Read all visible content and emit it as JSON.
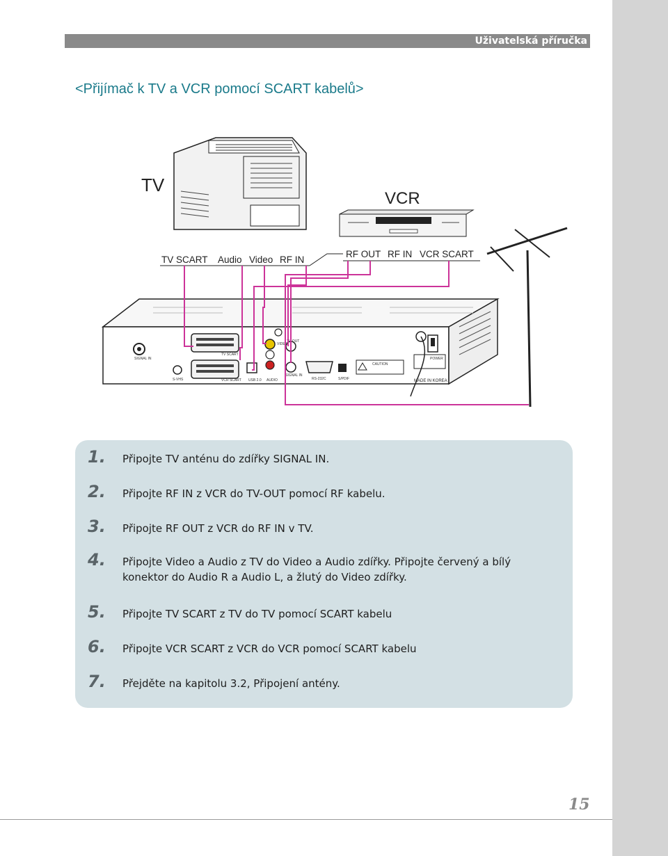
{
  "header": {
    "title": "Uživatelská příručka"
  },
  "page_title": "<Přijímač k TV a VCR pomocí SCART kabelů>",
  "diagram": {
    "tv_label": "TV",
    "vcr_label": "VCR",
    "tv_ports": [
      "TV SCART",
      "Audio",
      "Video",
      "RF IN"
    ],
    "vcr_ports": [
      "RF OUT",
      "RF IN",
      "VCR SCART"
    ],
    "receiver_labels": {
      "signal_in": "SIGNAL IN",
      "s_vhs": "S-VHS",
      "tv_scart": "TV SCART",
      "vcr_scart": "VCR SCART",
      "usb": "USB 2.0",
      "audio": "AUDIO",
      "video": "VIDEO",
      "tv_out": "TV OUT",
      "signal_in_2": "SIGNAL IN",
      "rs232c": "RS-232C",
      "spdif": "S/PDIF",
      "power": "POWER",
      "made_in": "MADE IN KOREA",
      "caution": "CAUTION"
    }
  },
  "steps": [
    {
      "num": "1.",
      "text": "Připojte TV anténu do zdířky SIGNAL IN."
    },
    {
      "num": "2.",
      "text": "Připojte RF IN z VCR do TV-OUT pomocí RF kabelu."
    },
    {
      "num": "3.",
      "text": "Připojte RF OUT z VCR do RF IN v TV."
    },
    {
      "num": "4.",
      "text": "Připojte   Video a Audio z TV do Video a Audio zdířky. Připojte červený a bílý konektor do Audio R a Audio L, a žlutý do Video zdířky."
    },
    {
      "num": "5.",
      "text": "Připojte TV SCART z TV do TV pomocí SCART kabelu"
    },
    {
      "num": "6.",
      "text": "Připojte VCR SCART z VCR do VCR pomocí SCART kabelu"
    },
    {
      "num": "7.",
      "text": "Přejděte na kapitolu 3.2, Připojení antény."
    }
  ],
  "page_number": "15",
  "colors": {
    "cable": "#cc3399",
    "title": "#1a7a8a",
    "box": "#d3e0e4",
    "header": "#8a8a8a"
  }
}
